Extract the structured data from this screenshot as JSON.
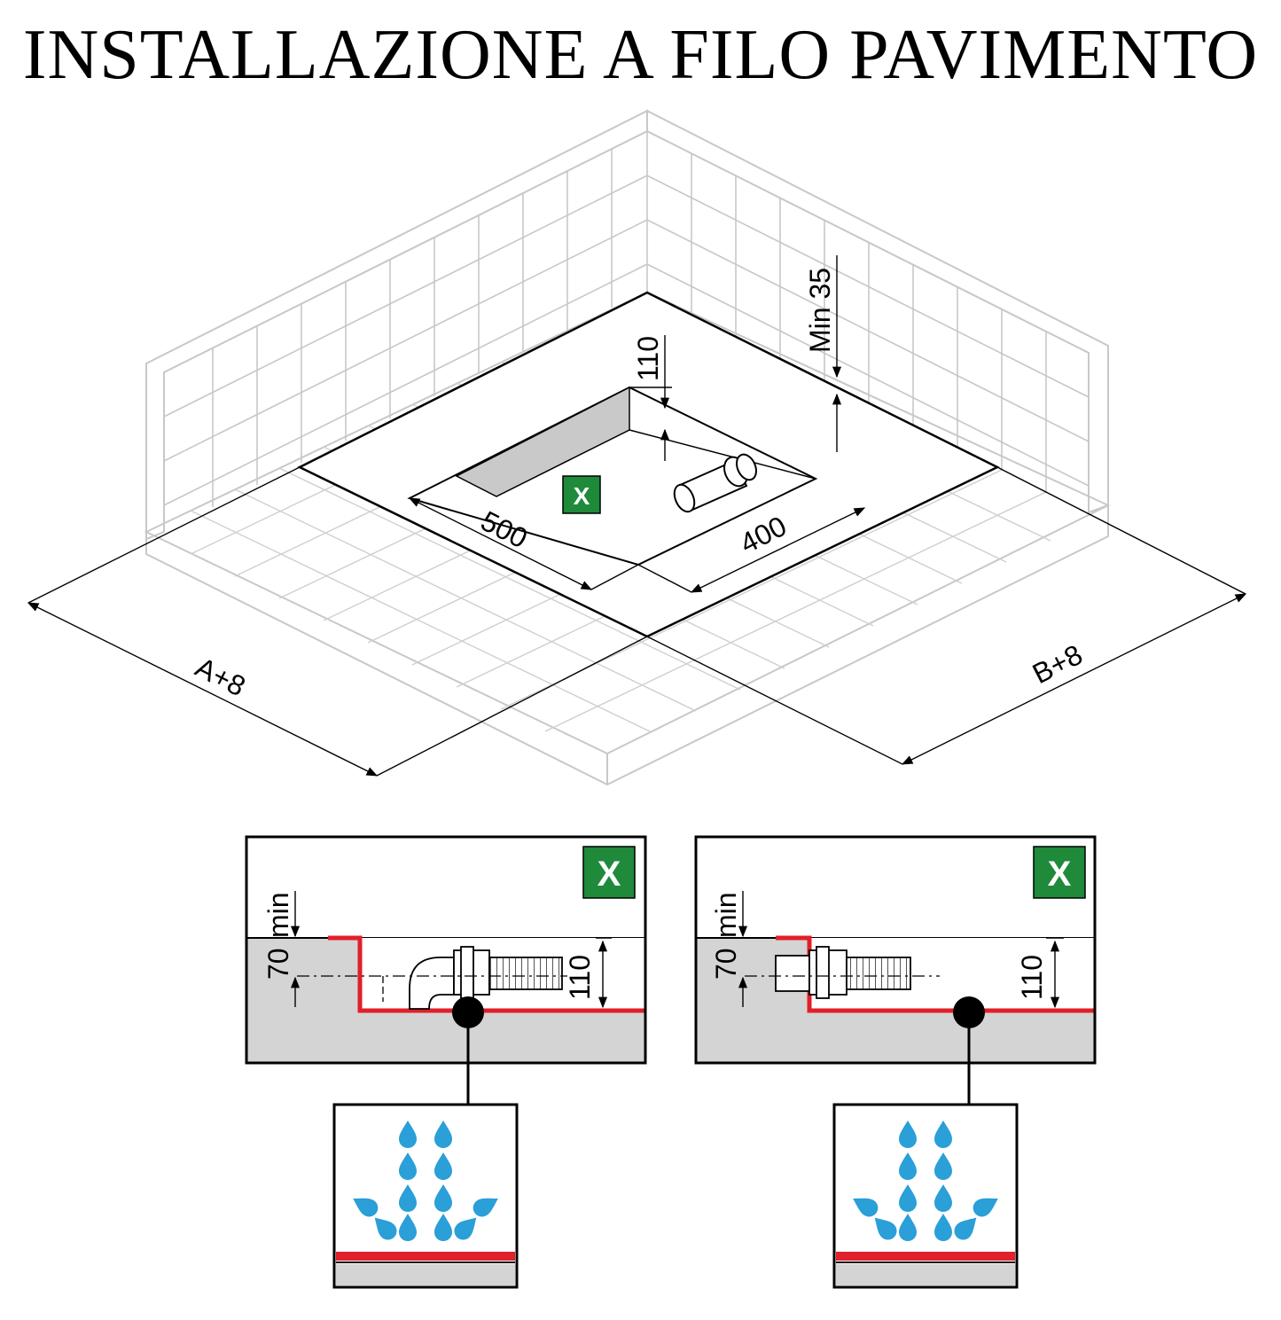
{
  "title": "INSTALLAZIONE A FILO PAVIMENTO",
  "plan": {
    "dim_a": "A+8",
    "dim_b": "B+8",
    "dim_500": "500",
    "dim_400": "400",
    "dim_110": "110",
    "dim_min35": "Min 35",
    "badge": "X"
  },
  "section_left": {
    "badge": "X",
    "dim_min": "min",
    "dim_70": "70",
    "dim_110": "110"
  },
  "section_right": {
    "badge": "X",
    "dim_min": "min",
    "dim_70": "70",
    "dim_110": "110"
  },
  "colors": {
    "badge_green": "#1f8a3a",
    "seal_red": "#e0202a",
    "water_blue": "#2a9fd8",
    "tile_grey": "#c8c8c8",
    "floor_grey": "#d4d4d4"
  }
}
